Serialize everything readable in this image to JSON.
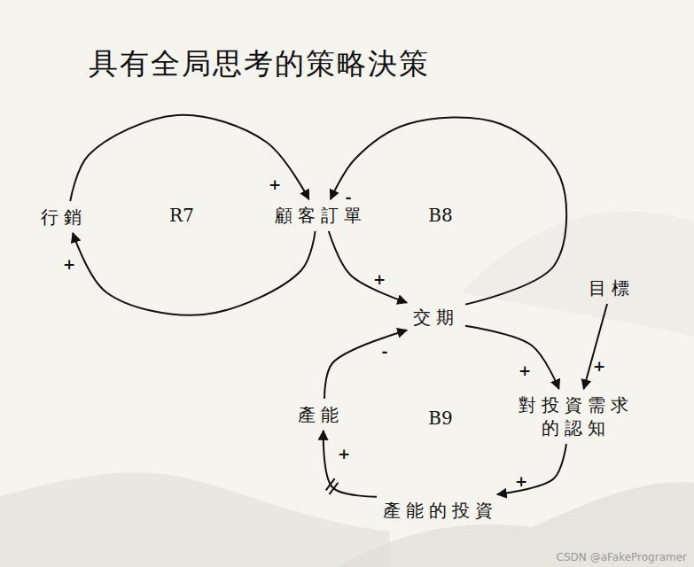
{
  "diagram": {
    "title": "具有全局思考的策略決策",
    "nodes": [
      {
        "text": [
          "行銷"
        ]
      },
      {
        "text": [
          "顧客訂單"
        ]
      },
      {
        "text": [
          "交期"
        ]
      },
      {
        "text": [
          "目標"
        ]
      },
      {
        "text": [
          "對投資需求的認知"
        ]
      },
      {
        "text": [
          "產能的投資"
        ]
      },
      {
        "text": [
          "產能"
        ]
      }
    ],
    "edges": [
      {
        "from": 0,
        "to": 1,
        "arrow": "to",
        "label": "+"
      },
      {
        "from": 1,
        "to": 0,
        "arrow": "to",
        "label": "+"
      },
      {
        "from": 1,
        "to": 2,
        "arrow": "to",
        "label": "+"
      },
      {
        "from": 2,
        "to": 1,
        "arrow": "to",
        "label": "-"
      },
      {
        "from": 2,
        "to": 4,
        "arrow": "to",
        "label": "+"
      },
      {
        "from": 3,
        "to": 4,
        "arrow": "to",
        "label": "+"
      },
      {
        "from": 4,
        "to": 5,
        "arrow": "to",
        "label": "+"
      },
      {
        "from": 5,
        "to": 6,
        "arrow": "to",
        "label": "+"
      },
      {
        "from": 6,
        "to": 2,
        "arrow": "to",
        "label": "-"
      }
    ],
    "labels": [
      "R7",
      "B8",
      "B9",
      "CSDN @aFakeProgramer"
    ]
  }
}
